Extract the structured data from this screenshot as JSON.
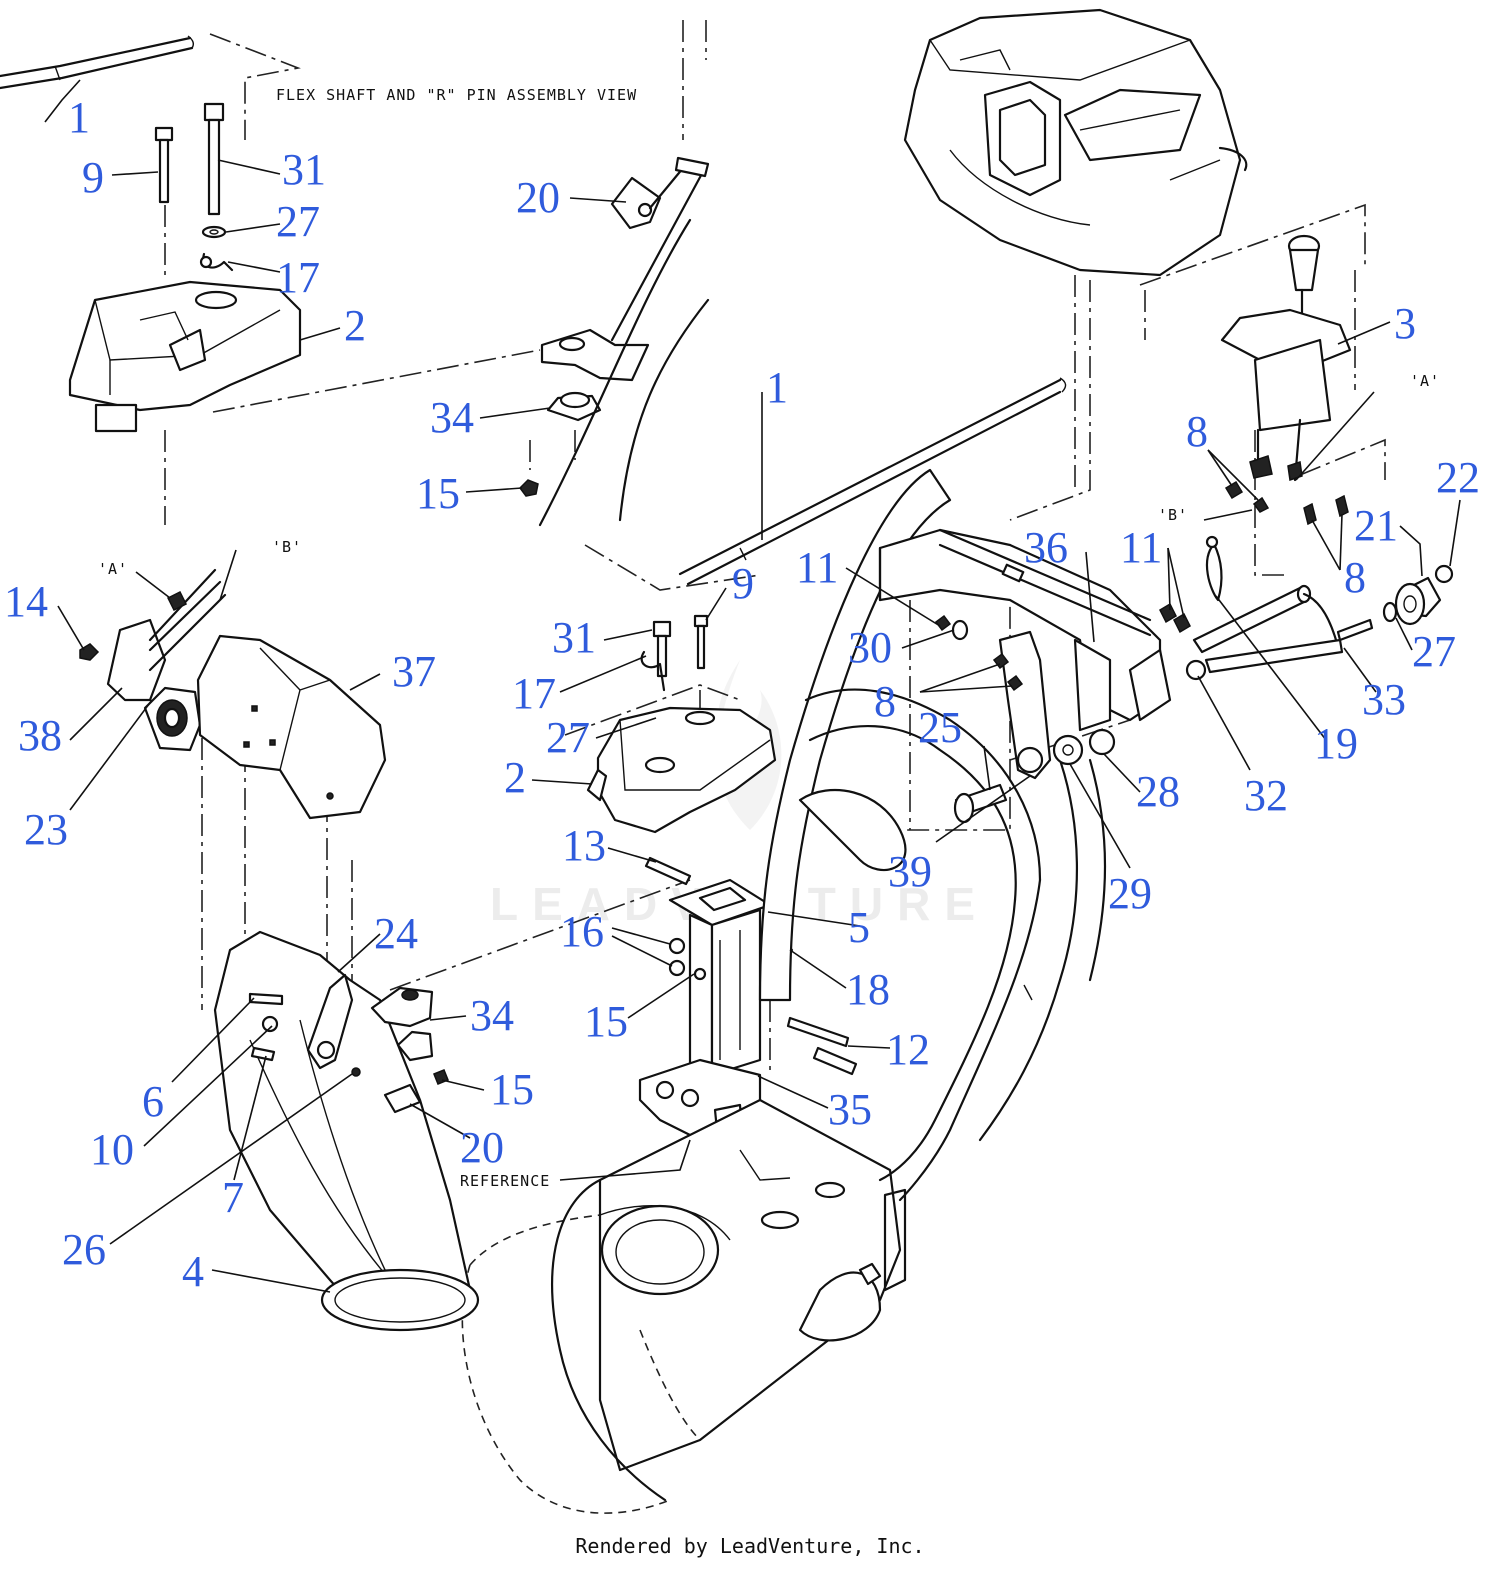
{
  "diagram": {
    "assembly_note": "FLEX SHAFT AND \"R\" PIN ASSEMBLY VIEW",
    "reference_label": "REFERENCE",
    "detail_a": "'A'",
    "detail_b": "'B'",
    "watermark": "LEADVENTURE",
    "callout_color": "#2f5bdc",
    "callouts": [
      {
        "id": "c1a",
        "label": "1"
      },
      {
        "id": "c9a",
        "label": "9"
      },
      {
        "id": "c31a",
        "label": "31"
      },
      {
        "id": "c27a",
        "label": "27"
      },
      {
        "id": "c17a",
        "label": "17"
      },
      {
        "id": "c2a",
        "label": "2"
      },
      {
        "id": "c20a",
        "label": "20"
      },
      {
        "id": "c34a",
        "label": "34"
      },
      {
        "id": "c15a",
        "label": "15"
      },
      {
        "id": "c1b",
        "label": "1"
      },
      {
        "id": "c9b",
        "label": "9"
      },
      {
        "id": "c31b",
        "label": "31"
      },
      {
        "id": "c17b",
        "label": "17"
      },
      {
        "id": "c27b",
        "label": "27"
      },
      {
        "id": "c2b",
        "label": "2"
      },
      {
        "id": "c13",
        "label": "13"
      },
      {
        "id": "c16",
        "label": "16"
      },
      {
        "id": "c15b",
        "label": "15"
      },
      {
        "id": "c5",
        "label": "5"
      },
      {
        "id": "c18",
        "label": "18"
      },
      {
        "id": "c12",
        "label": "12"
      },
      {
        "id": "c35",
        "label": "35"
      },
      {
        "id": "c14",
        "label": "14"
      },
      {
        "id": "c38",
        "label": "38"
      },
      {
        "id": "c23",
        "label": "23"
      },
      {
        "id": "c37",
        "label": "37"
      },
      {
        "id": "c24",
        "label": "24"
      },
      {
        "id": "c34b",
        "label": "34"
      },
      {
        "id": "c15c",
        "label": "15"
      },
      {
        "id": "c6",
        "label": "6"
      },
      {
        "id": "c10",
        "label": "10"
      },
      {
        "id": "c7",
        "label": "7"
      },
      {
        "id": "c20b",
        "label": "20"
      },
      {
        "id": "c26",
        "label": "26"
      },
      {
        "id": "c4",
        "label": "4"
      },
      {
        "id": "c11a",
        "label": "11"
      },
      {
        "id": "c30",
        "label": "30"
      },
      {
        "id": "c8a",
        "label": "8"
      },
      {
        "id": "c25",
        "label": "25"
      },
      {
        "id": "c39",
        "label": "39"
      },
      {
        "id": "c36",
        "label": "36"
      },
      {
        "id": "c29",
        "label": "29"
      },
      {
        "id": "c28",
        "label": "28"
      },
      {
        "id": "c11b",
        "label": "11"
      },
      {
        "id": "c3",
        "label": "3"
      },
      {
        "id": "c8b",
        "label": "8"
      },
      {
        "id": "c8c",
        "label": "8"
      },
      {
        "id": "c32",
        "label": "32"
      },
      {
        "id": "c19",
        "label": "19"
      },
      {
        "id": "c21",
        "label": "21"
      },
      {
        "id": "c22",
        "label": "22"
      },
      {
        "id": "c27c",
        "label": "27"
      },
      {
        "id": "c33",
        "label": "33"
      }
    ]
  },
  "footer": {
    "credit": "Rendered by LeadVenture, Inc."
  }
}
